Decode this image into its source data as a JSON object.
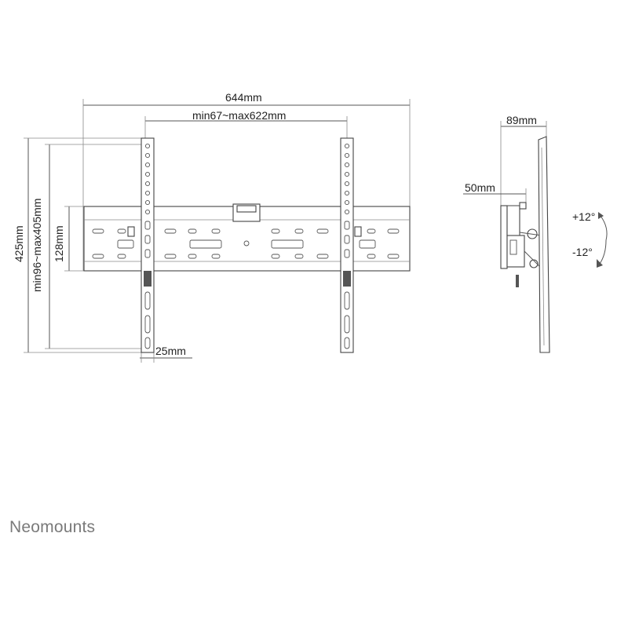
{
  "front_view": {
    "width_label": "644mm",
    "vesa_horizontal_label": "min67~max622mm",
    "height_label": "425mm",
    "vesa_vertical_label": "min96~max405mm",
    "rail_height_label": "128mm",
    "strip_width_label": "25mm"
  },
  "side_view": {
    "depth_label": "89mm",
    "min_depth_label": "50mm",
    "tilt_up_label": "+12°",
    "tilt_down_label": "-12°"
  },
  "brand": {
    "name": "Neomounts"
  }
}
